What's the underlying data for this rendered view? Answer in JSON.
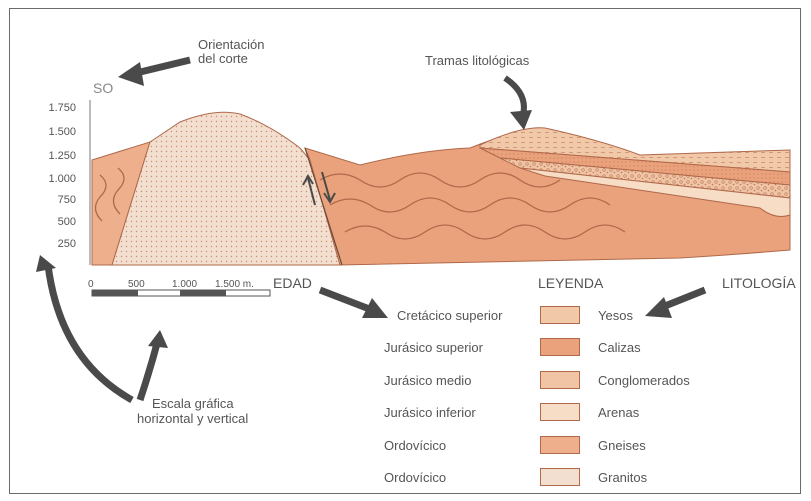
{
  "orientation": {
    "code": "SO",
    "annotation_line1": "Orientación",
    "annotation_line2": "del corte"
  },
  "tramas_label": "Tramas litológicas",
  "y_axis": {
    "ticks": [
      "1.750",
      "1.500",
      "1.250",
      "1.000",
      "750",
      "500",
      "250"
    ]
  },
  "scale": {
    "ticks": [
      "0",
      "500",
      "1.000",
      "1.500 m."
    ],
    "caption_line1": "Escala gráfica",
    "caption_line2": "horizontal y vertical"
  },
  "headers": {
    "edad": "EDAD",
    "leyenda": "LEYENDA",
    "litologia": "LITOLOGÍA"
  },
  "legend": [
    {
      "age": "Cretácico superior",
      "lithology": "Yesos",
      "swatch": "#f1c8a8"
    },
    {
      "age": "Jurásico superior",
      "lithology": "Calizas",
      "swatch": "#e9a27c"
    },
    {
      "age": "Jurásico medio",
      "lithology": "Conglomerados",
      "swatch": "#f0c4a4"
    },
    {
      "age": "Jurásico inferior",
      "lithology": "Arenas",
      "swatch": "#f7dcc6"
    },
    {
      "age": "Ordovícico",
      "lithology": "Gneises",
      "swatch": "#eeb08c"
    },
    {
      "age": "Ordovícico",
      "lithology": "Granitos",
      "swatch": "#f3dfcf"
    }
  ],
  "colors": {
    "arrow": "#4a4a4a",
    "outline": "#b0694a",
    "granite": "#f3dfcf",
    "calizas": "#e9a27c",
    "yesos": "#f1c8a8",
    "arenas": "#f7dcc6"
  }
}
